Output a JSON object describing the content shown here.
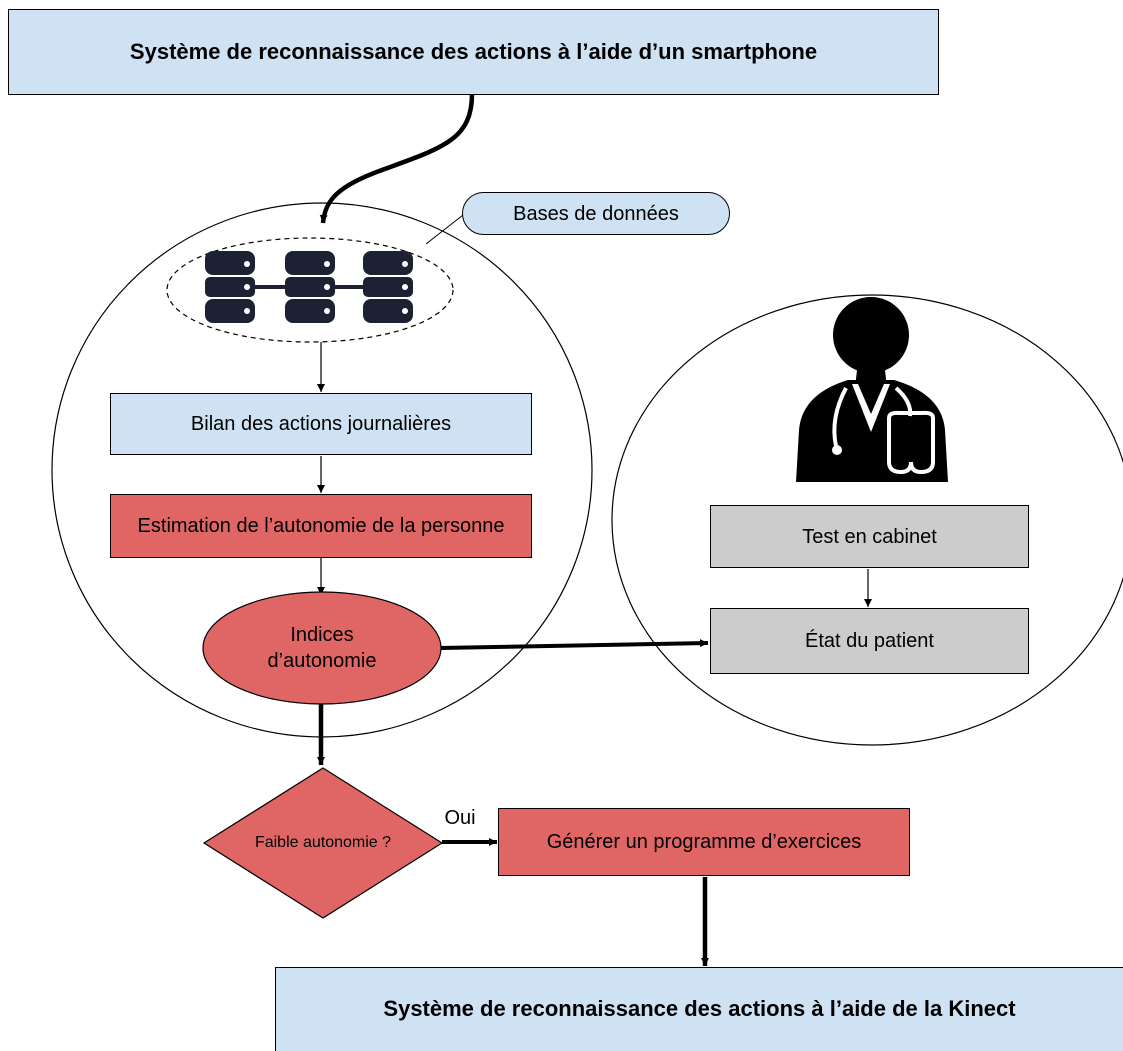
{
  "nodes": {
    "top_system": "Système de reconnaissance des actions à l’aide d’un smartphone",
    "databases_label": "Bases de données",
    "daily_summary": "Bilan des actions journalières",
    "autonomy_estimation": "Estimation de l’autonomie de la personne",
    "autonomy_indices": "Indices d’autonomie",
    "office_test": "Test en cabinet",
    "patient_state": "État du patient",
    "low_autonomy_decision": "Faible autonomie ?",
    "yes_label": "Oui",
    "exercise_program": "Générer un programme d’exercices",
    "bottom_system": "Système de reconnaissance des actions à l’aide de la Kinect"
  },
  "colors": {
    "blue_fill": "#cfe2f3",
    "red_fill": "#e06666",
    "grey_fill": "#cccccc",
    "icon_fill": "#1c2233"
  },
  "icons": [
    "database-icon",
    "doctor-icon"
  ]
}
